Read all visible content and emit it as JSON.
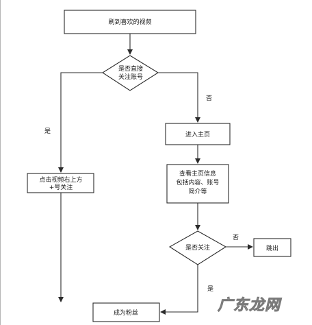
{
  "nodes": {
    "start": "刷到喜欢的视频",
    "decision_follow_direct": [
      "是否直接",
      "关注账号"
    ],
    "enter_homepage": "进入主页",
    "click_follow": [
      "点击视频右上方",
      "+号关注"
    ],
    "view_profile": [
      "查看主页信息",
      "包括内容、账号",
      "简介等"
    ],
    "decision_follow": "是否关注",
    "leave": "跳出",
    "become_fan": "成为粉丝"
  },
  "edge_labels": {
    "yes_left": "是",
    "no_right": "否",
    "no_leave": "否",
    "yes_down": "是"
  },
  "watermark": "广东龙网"
}
